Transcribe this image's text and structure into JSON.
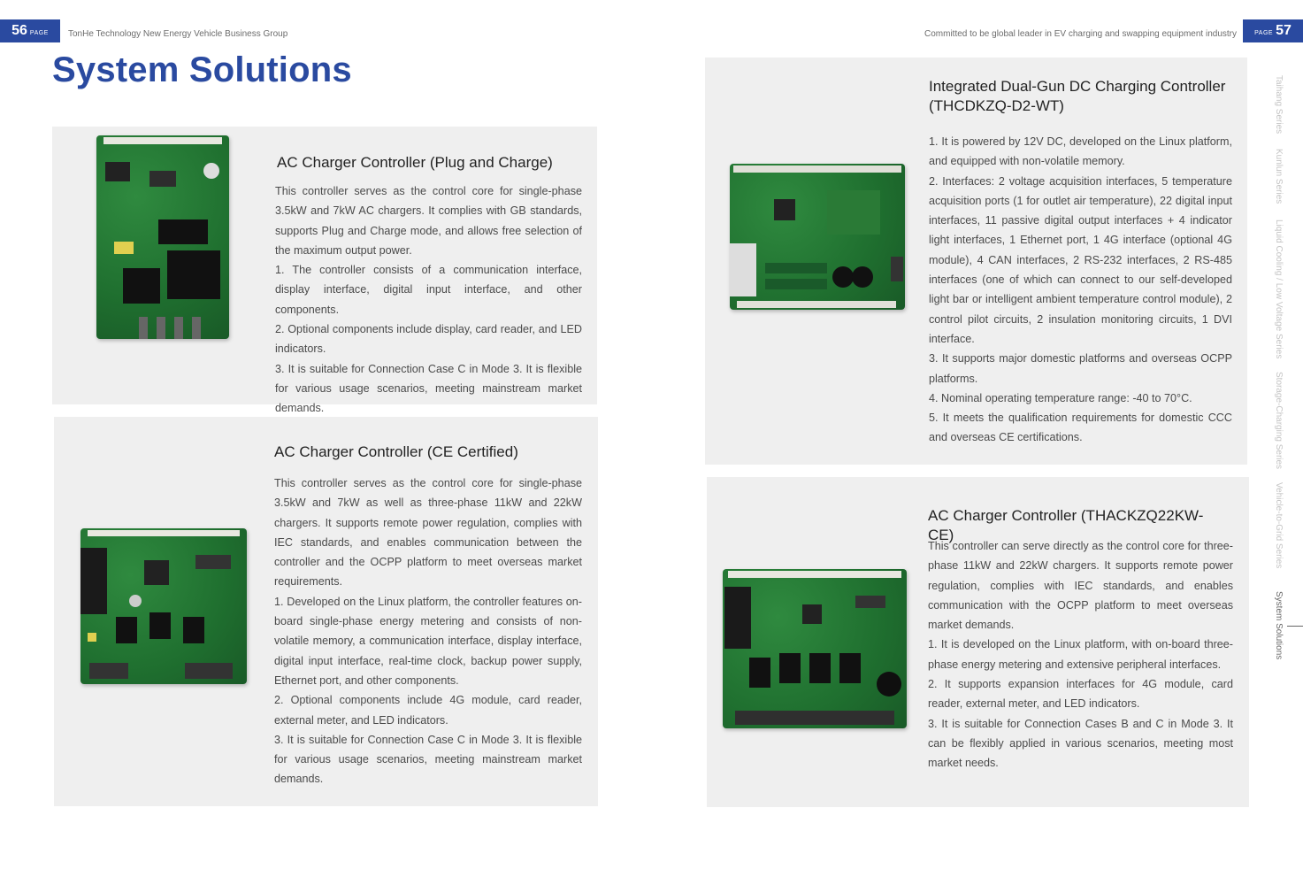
{
  "header": {
    "left_page_number": "56",
    "page_label": "PAGE",
    "left_running_title": "TonHe Technology New Energy Vehicle Business Group",
    "right_running_title": "Committed to be global leader in EV charging and swapping equipment industry",
    "right_page_number": "57"
  },
  "page_title": "System Solutions",
  "products": [
    {
      "title": "AC Charger Controller (Plug and Charge)",
      "paragraphs": [
        "This controller serves as the control core for single-phase 3.5kW and 7kW AC chargers. It complies with GB standards, supports Plug and Charge mode, and allows free selection of the maximum output power.",
        "1. The controller consists of a communication interface, display interface, digital input interface, and other components.",
        "2. Optional components include display, card reader, and LED indicators.",
        "3. It is suitable for Connection Case C in Mode 3. It is flexible for various usage scenarios, meeting mainstream market demands."
      ]
    },
    {
      "title": "AC Charger Controller (CE Certified)",
      "paragraphs": [
        "This controller serves as the control core for single-phase 3.5kW and 7kW as well as three-phase 11kW and 22kW chargers. It supports remote power regulation, complies with IEC standards, and enables communication between the controller and the OCPP platform to meet overseas market requirements.",
        "1. Developed on the Linux platform, the controller features on-board single-phase energy metering and consists of non-volatile memory, a communication interface, display interface, digital input interface, real-time clock, backup power supply, Ethernet port, and other components.",
        "2. Optional components include 4G module, card reader, external meter, and LED indicators.",
        "3. It is suitable for Connection Case C in Mode 3. It is flexible for various usage scenarios, meeting mainstream market demands."
      ]
    },
    {
      "title": "Integrated Dual-Gun DC Charging Controller (THCDKZQ-D2-WT)",
      "paragraphs": [
        "1. It is powered by 12V DC, developed on the Linux platform, and equipped with non-volatile memory.",
        "2. Interfaces: 2 voltage acquisition interfaces, 5 temperature acquisition ports (1 for outlet air temperature), 22 digital input interfaces, 11 passive digital output interfaces + 4 indicator light interfaces, 1 Ethernet port, 1 4G interface (optional 4G module), 4 CAN interfaces, 2 RS-232 interfaces, 2 RS-485 interfaces (one of which can connect to our self-developed light bar or intelligent ambient temperature control module), 2 control pilot circuits, 2 insulation monitoring circuits, 1 DVI interface.",
        "3. It supports major domestic platforms and overseas OCPP platforms.",
        "4. Nominal operating temperature range: -40 to 70°C.",
        "5. It meets the qualification requirements for domestic CCC and overseas CE certifications."
      ]
    },
    {
      "title": "AC Charger Controller (THACKZQ22KW-CE)",
      "paragraphs": [
        "This controller can serve directly as the control core for three-phase 11kW and 22kW chargers. It supports remote power regulation, complies with IEC standards, and enables communication with the OCPP platform to meet overseas market demands.",
        "1. It is developed on the Linux platform, with on-board three-phase energy metering and extensive peripheral interfaces.",
        "2. It supports expansion interfaces for 4G module, card reader, external meter, and LED indicators.",
        "3. It is suitable for Connection Cases B and C in Mode 3. It can be flexibly applied in various scenarios, meeting most market needs."
      ]
    }
  ],
  "side_nav": [
    {
      "label": "Taihang Series"
    },
    {
      "label": "Kunlun Series"
    },
    {
      "label": "Liquid Cooling / Low Voltage Series"
    },
    {
      "label": "Storage-Charging Series"
    },
    {
      "label": "Vehicle-to-Grid Series"
    },
    {
      "label": "System Solutions",
      "active": true
    }
  ],
  "colors": {
    "brand_blue": "#2a4aa0",
    "card_bg": "#efefef",
    "pcb_green": "#1f6f2f"
  }
}
